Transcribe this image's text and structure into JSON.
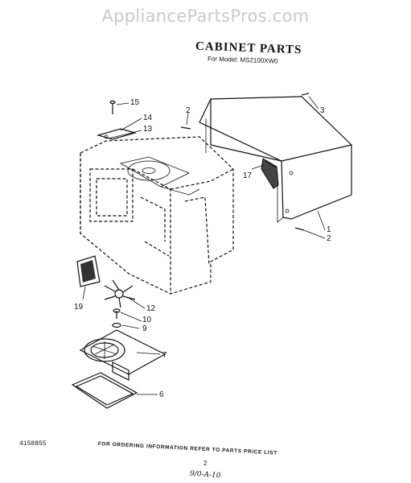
{
  "watermark": "AppliancePartsPros.com",
  "title": "CABINET PARTS",
  "subtitle": "For Model: MS2100XW0",
  "doc_number": "4158855",
  "footer_note": "FOR ORDERING INFORMATION REFER TO PARTS PRICE LIST",
  "page_number": "2",
  "handwritten_code": "9/0-A-10",
  "callouts": [
    "1",
    "2",
    "2",
    "3",
    "6",
    "7",
    "9",
    "10",
    "12",
    "13",
    "14",
    "15",
    "17",
    "19"
  ]
}
